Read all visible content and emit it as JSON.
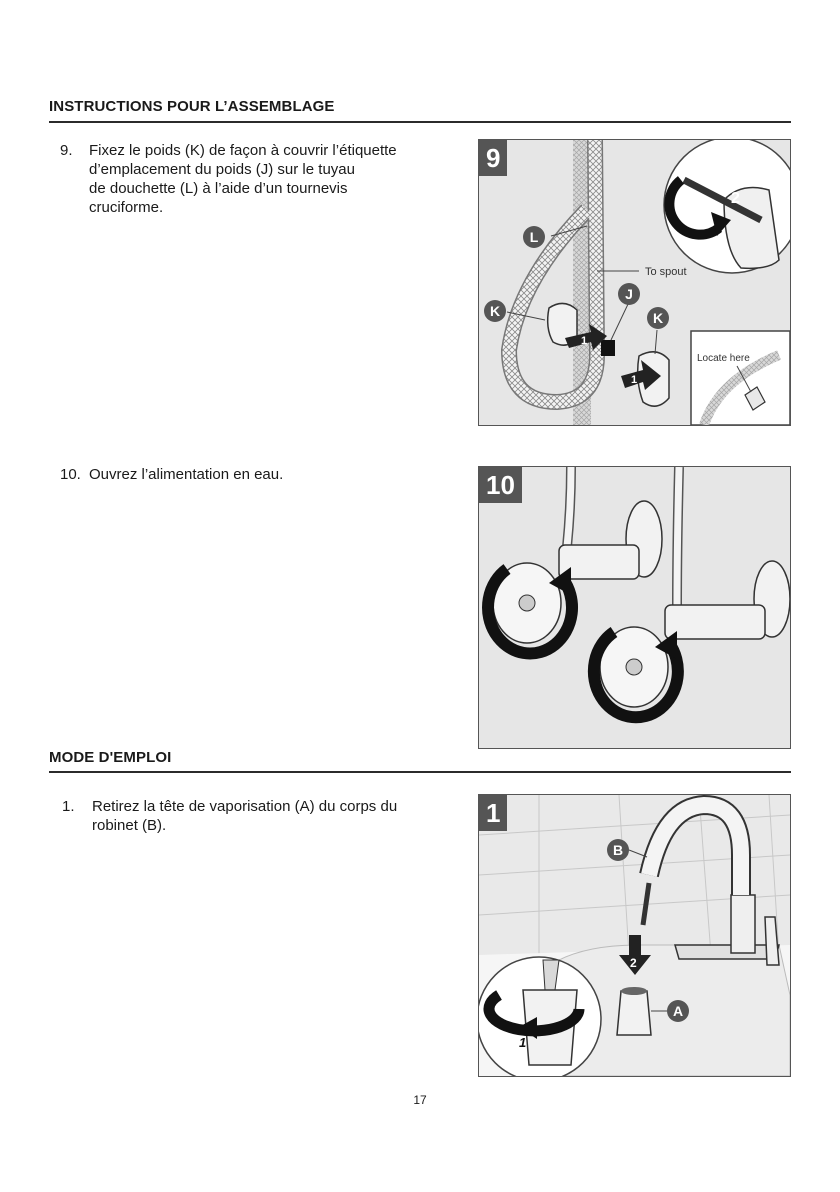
{
  "sections": {
    "assembly_title": "INSTRUCTIONS POUR L’ASSEMBLAGE",
    "usage_title": "MODE D'EMPLOI"
  },
  "steps": {
    "s9": {
      "number": "9.",
      "lines": [
        "Fixez le poids (K) de façon à couvrir l’étiquette",
        "d’emplacement du poids (J) sur le tuyau",
        "de douchette (L) à l’aide d’un tournevis",
        "cruciforme."
      ]
    },
    "s10": {
      "number": "10.",
      "lines": [
        "Ouvrez l’alimentation en eau."
      ]
    },
    "s1": {
      "number": "1.",
      "lines": [
        "Retirez la tête de vaporisation (A) du corps du",
        "robinet (B)."
      ]
    }
  },
  "figures": {
    "fig9": {
      "badge": "9",
      "labels": {
        "L": "L",
        "K1": "K",
        "K2": "K",
        "J": "J",
        "step1a": "1",
        "step1b": "1",
        "step2": "2",
        "to_spout": "To spout",
        "locate_here": "Locate here"
      }
    },
    "fig10": {
      "badge": "10"
    },
    "fig1": {
      "badge": "1",
      "labels": {
        "B": "B",
        "A": "A",
        "step1": "1",
        "step2": "2"
      }
    }
  },
  "colors": {
    "figure_bg": "#e6e6e6",
    "badge_bg": "#555555",
    "label_circle": "#555555",
    "arrow": "#222222"
  },
  "page_number": "17"
}
